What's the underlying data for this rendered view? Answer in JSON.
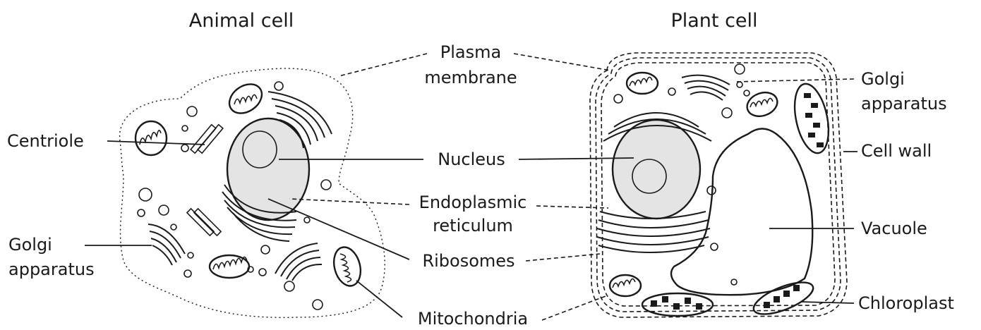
{
  "titles": {
    "animal": "Animal cell",
    "plant": "Plant cell"
  },
  "labels": {
    "plasma_membrane_1": "Plasma",
    "plasma_membrane_2": "membrane",
    "centriole": "Centriole",
    "nucleus": "Nucleus",
    "er_1": "Endoplasmic",
    "er_2": "reticulum",
    "ribosomes": "Ribosomes",
    "mitochondria": "Mitochondria",
    "golgi_left_1": "Golgi",
    "golgi_left_2": "apparatus",
    "golgi_right_1": "Golgi",
    "golgi_right_2": "apparatus",
    "cell_wall": "Cell wall",
    "vacuole": "Vacuole",
    "chloroplast": "Chloroplast"
  },
  "icons": {
    "mitochondrion": "mitochondrion-icon",
    "golgi": "golgi-apparatus-icon",
    "chloroplast": "chloroplast-icon",
    "centriole": "centriole-icon"
  }
}
